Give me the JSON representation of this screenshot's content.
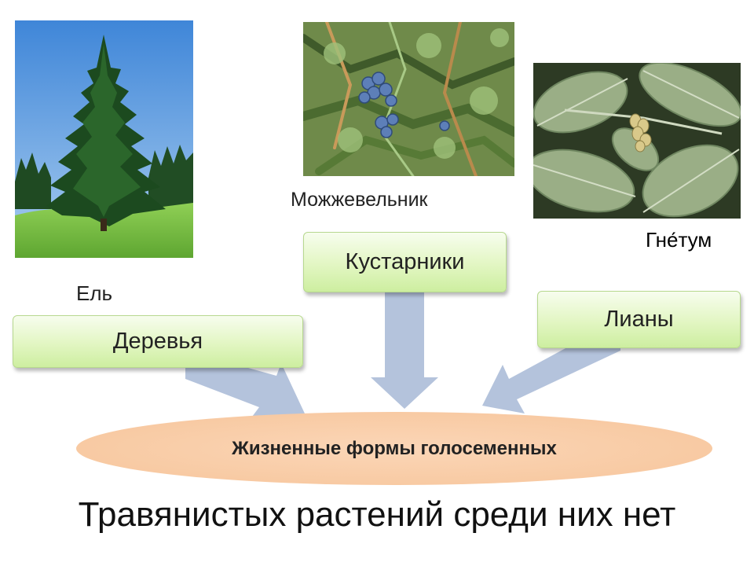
{
  "photos": {
    "spruce": {
      "caption": "Ель",
      "icon": "spruce-tree-photo"
    },
    "juniper": {
      "caption": "Можжевельник",
      "icon": "juniper-berries-photo"
    },
    "gnetum": {
      "caption": "Гне́тум",
      "icon": "gnetum-leaves-photo"
    }
  },
  "categories": {
    "trees": "Деревья",
    "shrubs": "Кустарники",
    "vines": "Лианы"
  },
  "center": {
    "label": "Жизненные формы голосеменных",
    "color": "#f8caa3"
  },
  "footer": {
    "text": "Травянистых растений среди них нет"
  },
  "colors": {
    "box_fill": "#e2f6c2",
    "box_border": "#b7d88f",
    "arrow": "#b4c3dc"
  }
}
